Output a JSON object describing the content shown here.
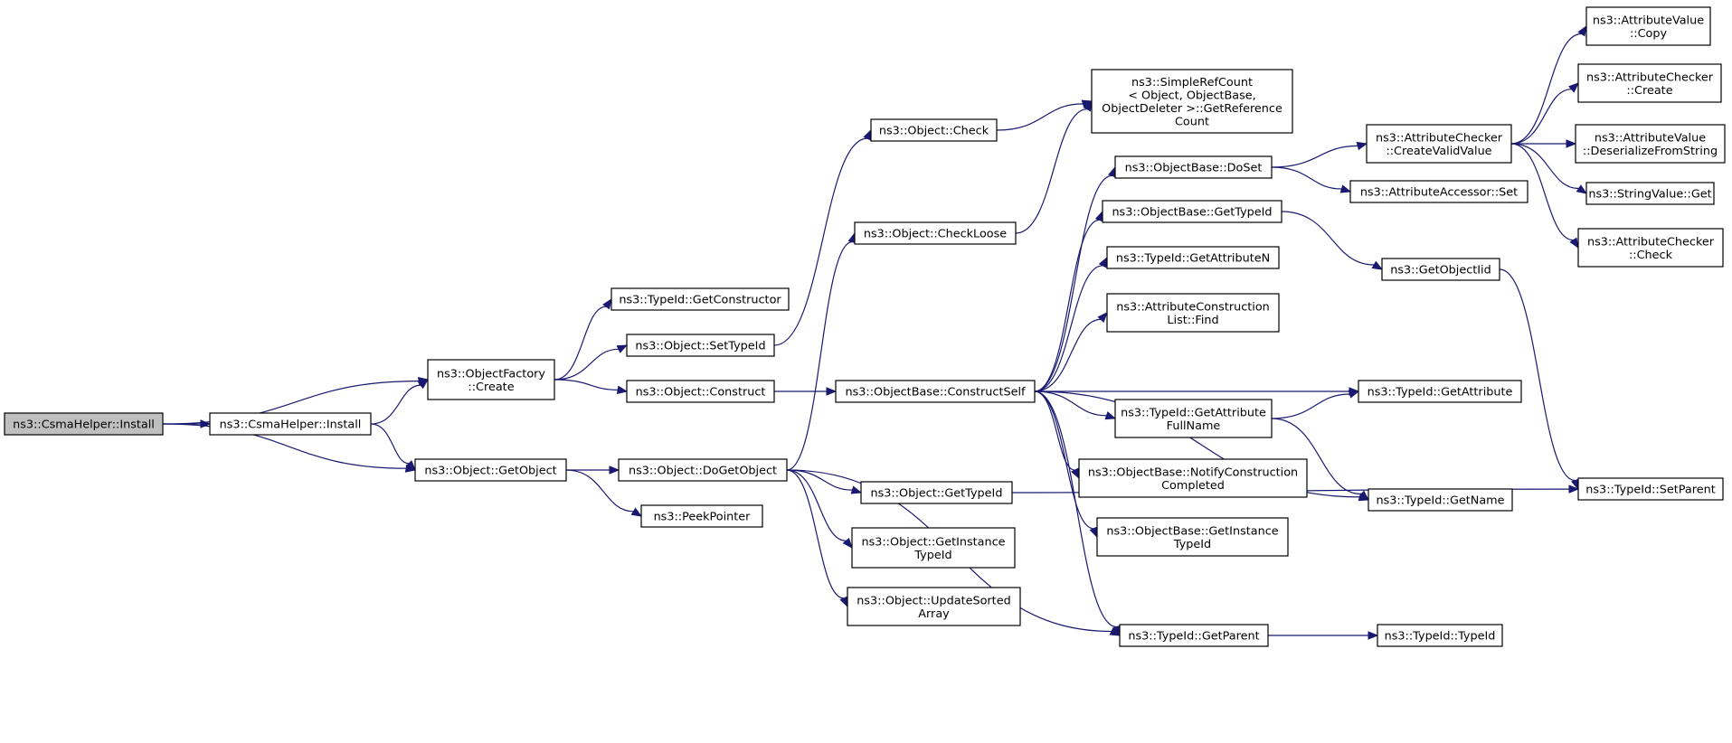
{
  "graph": {
    "title": "ns3::CsmaHelper::Install call graph",
    "colors": {
      "edge": "#191970",
      "node_border": "#000000",
      "node_fill": "#ffffff",
      "root_fill": "#bfbfbf"
    },
    "nodes": [
      {
        "id": "root",
        "lines": [
          "ns3::CsmaHelper::Install"
        ],
        "root": true
      },
      {
        "id": "install2",
        "lines": [
          "ns3::CsmaHelper::Install"
        ]
      },
      {
        "id": "ofCreate",
        "lines": [
          "ns3::ObjectFactory",
          "::Create"
        ]
      },
      {
        "id": "getObject",
        "lines": [
          "ns3::Object::GetObject"
        ]
      },
      {
        "id": "getCtor",
        "lines": [
          "ns3::TypeId::GetConstructor"
        ]
      },
      {
        "id": "setTypeId",
        "lines": [
          "ns3::Object::SetTypeId"
        ]
      },
      {
        "id": "construct",
        "lines": [
          "ns3::Object::Construct"
        ]
      },
      {
        "id": "check",
        "lines": [
          "ns3::Object::Check"
        ]
      },
      {
        "id": "checkLoose",
        "lines": [
          "ns3::Object::CheckLoose"
        ]
      },
      {
        "id": "refcount",
        "lines": [
          "ns3::SimpleRefCount",
          "< Object, ObjectBase,",
          "ObjectDeleter >::GetReference",
          "Count"
        ]
      },
      {
        "id": "constructSelf",
        "lines": [
          "ns3::ObjectBase::ConstructSelf"
        ]
      },
      {
        "id": "doGetObject",
        "lines": [
          "ns3::Object::DoGetObject"
        ]
      },
      {
        "id": "peekPointer",
        "lines": [
          "ns3::PeekPointer"
        ]
      },
      {
        "id": "objGetTypeId",
        "lines": [
          "ns3::Object::GetTypeId"
        ]
      },
      {
        "id": "objGetInstTid",
        "lines": [
          "ns3::Object::GetInstance",
          "TypeId"
        ]
      },
      {
        "id": "updateSorted",
        "lines": [
          "ns3::Object::UpdateSorted",
          "Array"
        ]
      },
      {
        "id": "doSet",
        "lines": [
          "ns3::ObjectBase::DoSet"
        ]
      },
      {
        "id": "obGetTypeId",
        "lines": [
          "ns3::ObjectBase::GetTypeId"
        ]
      },
      {
        "id": "getAttrN",
        "lines": [
          "ns3::TypeId::GetAttributeN"
        ]
      },
      {
        "id": "acFind",
        "lines": [
          "ns3::AttributeConstruction",
          "List::Find"
        ]
      },
      {
        "id": "getAttrFull",
        "lines": [
          "ns3::TypeId::GetAttribute",
          "FullName"
        ]
      },
      {
        "id": "notifyCC",
        "lines": [
          "ns3::ObjectBase::NotifyConstruction",
          "Completed"
        ]
      },
      {
        "id": "obGetInstTid",
        "lines": [
          "ns3::ObjectBase::GetInstance",
          "TypeId"
        ]
      },
      {
        "id": "getParent",
        "lines": [
          "ns3::TypeId::GetParent"
        ]
      },
      {
        "id": "createValid",
        "lines": [
          "ns3::AttributeChecker",
          "::CreateValidValue"
        ]
      },
      {
        "id": "accSet",
        "lines": [
          "ns3::AttributeAccessor::Set"
        ]
      },
      {
        "id": "getObjectIid",
        "lines": [
          "ns3::GetObjectIid"
        ]
      },
      {
        "id": "getAttribute",
        "lines": [
          "ns3::TypeId::GetAttribute"
        ]
      },
      {
        "id": "getName",
        "lines": [
          "ns3::TypeId::GetName"
        ]
      },
      {
        "id": "typeIdCtor",
        "lines": [
          "ns3::TypeId::TypeId"
        ]
      },
      {
        "id": "avCopy",
        "lines": [
          "ns3::AttributeValue",
          "::Copy"
        ]
      },
      {
        "id": "acCreate",
        "lines": [
          "ns3::AttributeChecker",
          "::Create"
        ]
      },
      {
        "id": "avDeser",
        "lines": [
          "ns3::AttributeValue",
          "::DeserializeFromString"
        ]
      },
      {
        "id": "svGet",
        "lines": [
          "ns3::StringValue::Get"
        ]
      },
      {
        "id": "acCheck",
        "lines": [
          "ns3::AttributeChecker",
          "::Check"
        ]
      },
      {
        "id": "setParent",
        "lines": [
          "ns3::TypeId::SetParent"
        ]
      }
    ],
    "edges": [
      [
        "root",
        "ofCreate"
      ],
      [
        "root",
        "install2"
      ],
      [
        "root",
        "getObject"
      ],
      [
        "install2",
        "ofCreate"
      ],
      [
        "install2",
        "getObject"
      ],
      [
        "ofCreate",
        "getCtor"
      ],
      [
        "ofCreate",
        "setTypeId"
      ],
      [
        "ofCreate",
        "construct"
      ],
      [
        "setTypeId",
        "check"
      ],
      [
        "check",
        "refcount"
      ],
      [
        "checkLoose",
        "refcount"
      ],
      [
        "construct",
        "constructSelf"
      ],
      [
        "getObject",
        "doGetObject"
      ],
      [
        "getObject",
        "peekPointer"
      ],
      [
        "doGetObject",
        "checkLoose"
      ],
      [
        "doGetObject",
        "objGetTypeId"
      ],
      [
        "doGetObject",
        "objGetInstTid"
      ],
      [
        "doGetObject",
        "updateSorted"
      ],
      [
        "doGetObject",
        "getParent"
      ],
      [
        "objGetTypeId",
        "setParent"
      ],
      [
        "constructSelf",
        "doSet"
      ],
      [
        "constructSelf",
        "obGetTypeId"
      ],
      [
        "constructSelf",
        "getAttrN"
      ],
      [
        "constructSelf",
        "acFind"
      ],
      [
        "constructSelf",
        "getAttribute"
      ],
      [
        "constructSelf",
        "getAttrFull"
      ],
      [
        "constructSelf",
        "notifyCC"
      ],
      [
        "constructSelf",
        "obGetInstTid"
      ],
      [
        "constructSelf",
        "getParent"
      ],
      [
        "constructSelf",
        "getName"
      ],
      [
        "doSet",
        "createValid"
      ],
      [
        "doSet",
        "accSet"
      ],
      [
        "createValid",
        "avCopy"
      ],
      [
        "createValid",
        "acCreate"
      ],
      [
        "createValid",
        "avDeser"
      ],
      [
        "createValid",
        "svGet"
      ],
      [
        "createValid",
        "acCheck"
      ],
      [
        "obGetTypeId",
        "getObjectIid"
      ],
      [
        "getObjectIid",
        "setParent"
      ],
      [
        "getAttrFull",
        "getAttribute"
      ],
      [
        "getAttrFull",
        "getName"
      ],
      [
        "getParent",
        "typeIdCtor"
      ]
    ]
  }
}
